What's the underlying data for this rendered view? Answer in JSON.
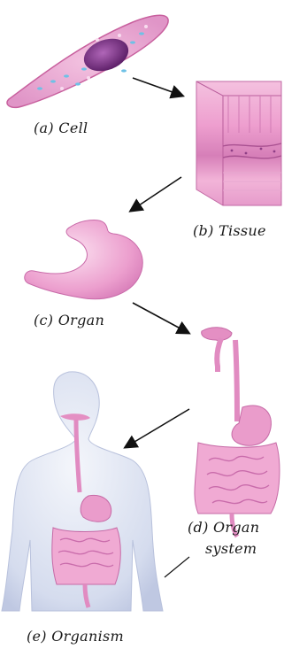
{
  "labels": {
    "cell": "(a) Cell",
    "tissue": "(b) Tissue",
    "organ": "(c) Organ",
    "organ_system_line1": "(d) Organ",
    "organ_system_line2": "system",
    "organism": "(e) Organism"
  },
  "colors": {
    "cell_body": "#e7a1cd",
    "nucleus": "#7c2d86",
    "tissue_top": "#eeaed4",
    "tissue_mid": "#d98cc0",
    "stomach": "#efa9d3",
    "digestive": "#e58ec5",
    "body_silhouette": "#dde3f1",
    "arrow": "#111111"
  },
  "icons": [
    "cell-illustration",
    "tissue-illustration",
    "stomach-illustration",
    "digestive-system-illustration",
    "human-body-illustration"
  ]
}
